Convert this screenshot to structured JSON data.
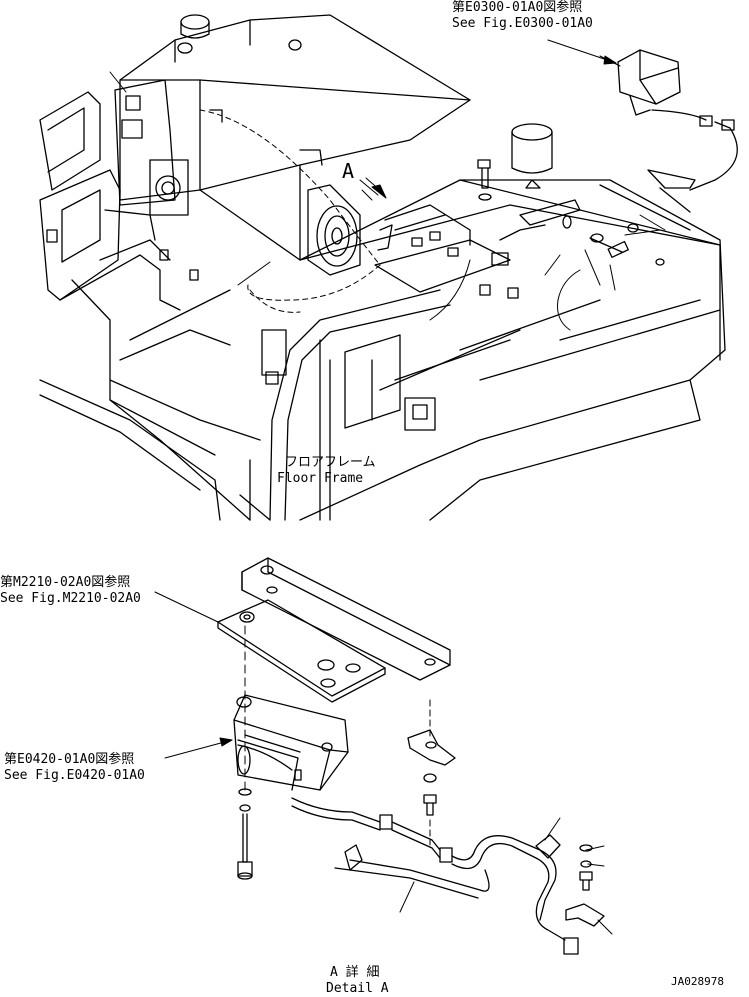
{
  "colors": {
    "ink": "#000000",
    "paper": "#ffffff"
  },
  "callouts": {
    "fig_e0300": {
      "ja": "第E0300-01A0図参照",
      "en": "See Fig.E0300-01A0"
    },
    "floor_frame": {
      "ja": "フロアフレーム",
      "en": "Floor Frame"
    },
    "fig_m2210": {
      "ja": "第M2210-02A0図参照",
      "en": "See Fig.M2210-02A0"
    },
    "fig_e0420": {
      "ja": "第E0420-01A0図参照",
      "en": "See Fig.E0420-01A0"
    },
    "detail_a": {
      "ja": "A 詳 細",
      "en": "Detail A"
    },
    "view_marker": "A"
  },
  "drawing_number": "JA028978"
}
